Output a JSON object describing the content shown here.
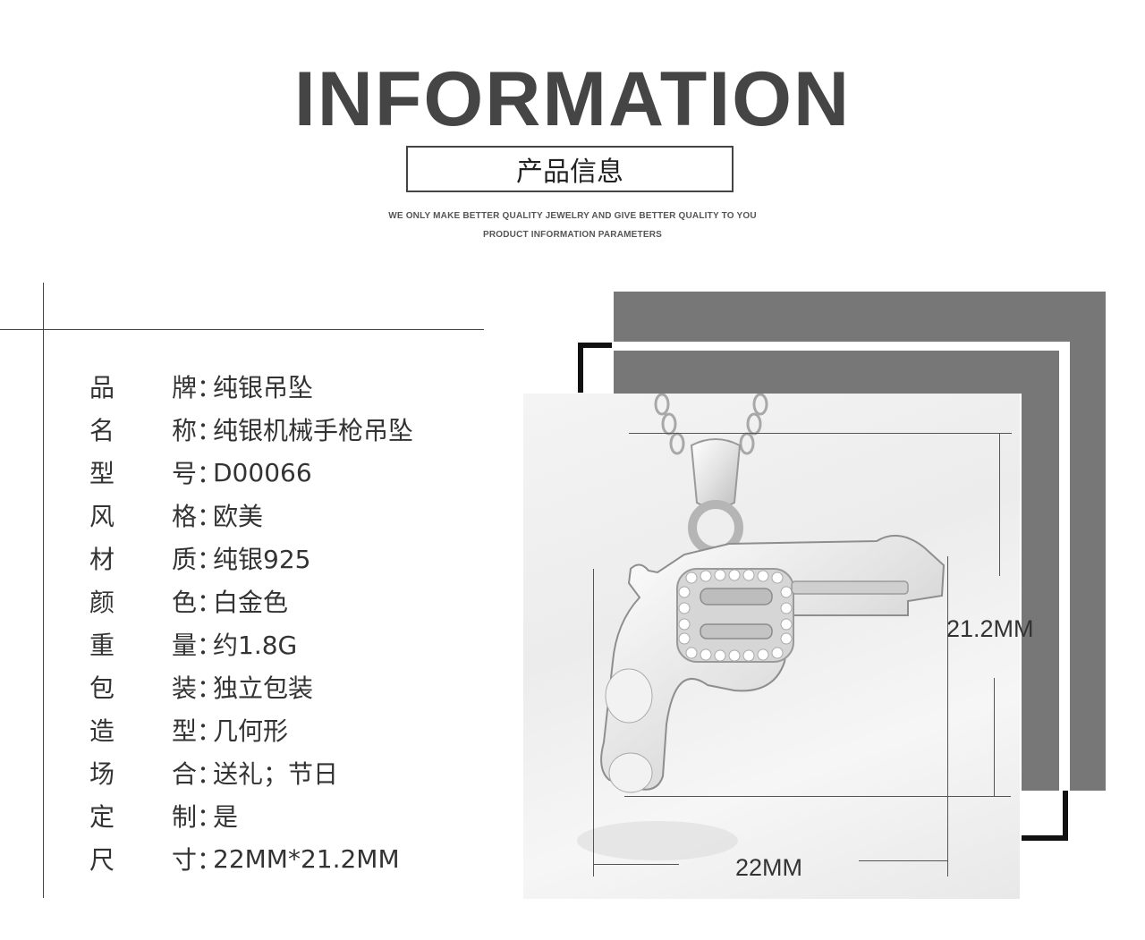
{
  "header": {
    "title": "INFORMATION",
    "subtitle": "产品信息",
    "tagline_1": "WE ONLY MAKE BETTER QUALITY JEWELRY AND GIVE BETTER QUALITY TO YOU",
    "tagline_2": "PRODUCT INFORMATION PARAMETERS"
  },
  "specs": [
    {
      "k1": "品",
      "k2": "牌",
      "value": "纯银吊坠"
    },
    {
      "k1": "名",
      "k2": "称",
      "value": "纯银机械手枪吊坠"
    },
    {
      "k1": "型",
      "k2": "号",
      "value": "D00066"
    },
    {
      "k1": "风",
      "k2": "格",
      "value": "欧美"
    },
    {
      "k1": "材",
      "k2": "质",
      "value": "纯银925"
    },
    {
      "k1": "颜",
      "k2": "色",
      "value": "白金色"
    },
    {
      "k1": "重",
      "k2": "量",
      "value": "约1.8G"
    },
    {
      "k1": "包",
      "k2": "装",
      "value": "独立包装"
    },
    {
      "k1": "造",
      "k2": "型",
      "value": "几何形"
    },
    {
      "k1": "场",
      "k2": "合",
      "value": "送礼；节日"
    },
    {
      "k1": "定",
      "k2": "制",
      "value": "是"
    },
    {
      "k1": "尺",
      "k2": "寸",
      "value": "22MM*21.2MM"
    }
  ],
  "separator": "：",
  "dimensions": {
    "height_label": "21.2MM",
    "width_label": "22MM"
  },
  "colors": {
    "frame_gray": "#777777",
    "text_dark": "#333333"
  }
}
